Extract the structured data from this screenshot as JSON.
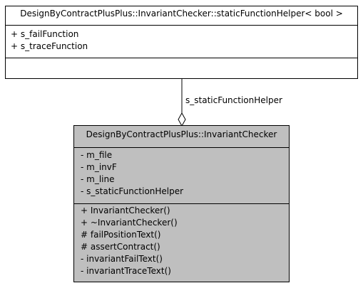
{
  "diagram": {
    "helper_class": {
      "name": "DesignByContractPlusPlus::InvariantChecker::staticFunctionHelper< bool >",
      "attributes": [
        "+ s_failFunction",
        "+ s_traceFunction"
      ],
      "operations": []
    },
    "association": {
      "label": "s_staticFunctionHelper",
      "kind": "aggregation"
    },
    "checker_class": {
      "name": "DesignByContractPlusPlus::InvariantChecker",
      "attributes": [
        "- m_file",
        "- m_invF",
        "- m_line",
        "- s_staticFunctionHelper"
      ],
      "operations": [
        "+ InvariantChecker()",
        "+ ~InvariantChecker()",
        "# failPositionText()",
        "# assertContract()",
        "- invariantFailText()",
        "- invariantTraceText()"
      ]
    },
    "colors": {
      "helper_fill": "#ffffff",
      "checker_fill": "#bfbfbf",
      "line": "#000000"
    }
  }
}
